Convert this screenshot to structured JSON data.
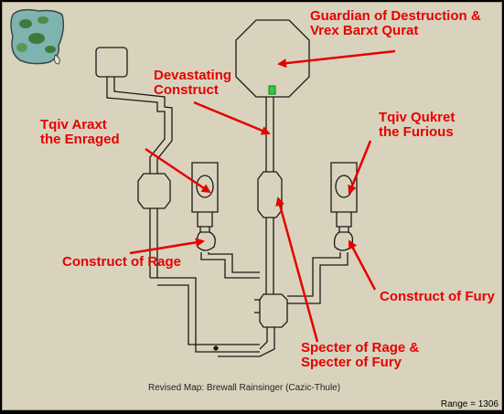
{
  "labels": {
    "guardian": {
      "line1": "Guardian of Destruction &",
      "line2": "Vrex Barxt Qurat"
    },
    "devastating": {
      "line1": "Devastating",
      "line2": "Construct"
    },
    "araxt": {
      "line1": "Tqiv Araxt",
      "line2": "the Enraged"
    },
    "qukret": {
      "line1": "Tqiv Qukret",
      "line2": "the Furious"
    },
    "construct_rage": "Construct of Rage",
    "construct_fury": "Construct of Fury",
    "specter": {
      "line1": "Specter of Rage &",
      "line2": "Specter of Fury"
    }
  },
  "credit": "Revised Map: Brewall Rainsinger (Cazic-Thule)",
  "range": "Range = 1306",
  "colors": {
    "background": "#d9d3bd",
    "walls": "#1a1a1a",
    "labels": "#e60000",
    "marker": "#2ecc40"
  },
  "icons": [
    "world-map-thumbnail-icon"
  ]
}
